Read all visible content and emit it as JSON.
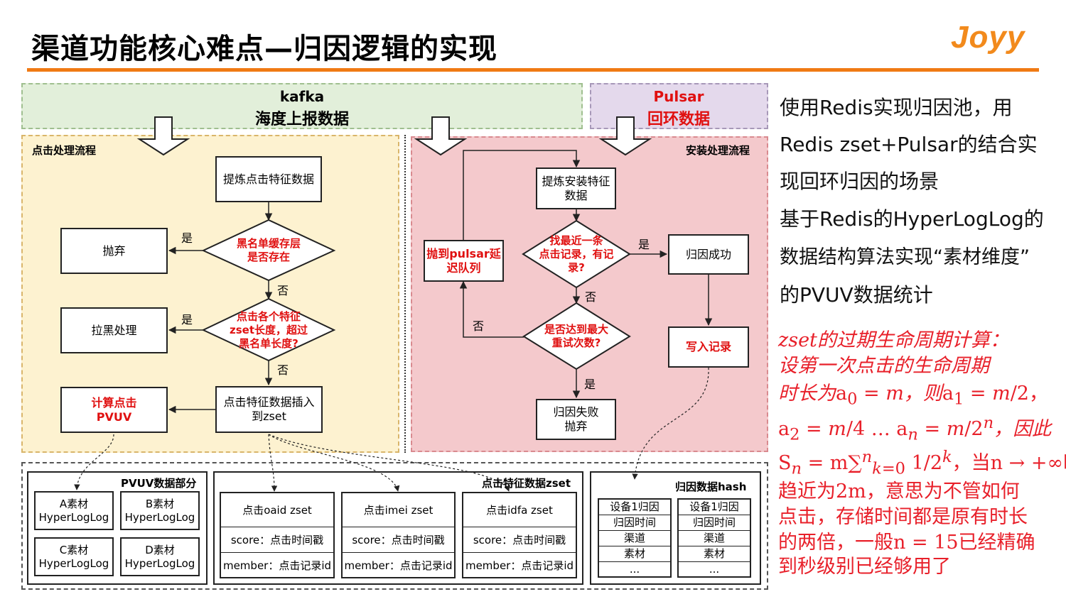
{
  "header": {
    "title": "渠道功能核心难点—归因逻辑的实现",
    "logo": "Joyy"
  },
  "top": {
    "kafka_line1": "kafka",
    "kafka_line2": "海度上报数据",
    "pulsar_line1": "Pulsar",
    "pulsar_line2": "回环数据"
  },
  "click_flow": {
    "section_label": "点击处理流程",
    "extract": "提炼点击特征数据",
    "discard": "抛弃",
    "decision1": "黑名单缓存层\n是否存在",
    "blacklist": "拉黑处理",
    "decision2": "点击各个特征\nzset长度，超过\n黑名单长度?",
    "calc_pvuv": "计算点击\nPVUV",
    "insert_zset": "点击特征数据插入\n到zset",
    "yes": "是",
    "no": "否"
  },
  "install_flow": {
    "section_label": "安装处理流程",
    "extract": "提炼安装特征\n数据",
    "decision1": "找最近一条\n点击记录，有记\n录?",
    "success": "归因成功",
    "pulsar_delay": "抛到pulsar延\n迟队列",
    "decision2": "是否达到最大\n重试次数?",
    "write": "写入记录",
    "fail": "归因失败\n抛弃",
    "yes": "是",
    "no": "否"
  },
  "pvuv": {
    "label": "PVUV数据部分",
    "items": [
      "A素材\nHyperLogLog",
      "B素材\nHyperLogLog",
      "C素材\nHyperLogLog",
      "D素材\nHyperLogLog"
    ]
  },
  "zset": {
    "label": "点击特征数据zset",
    "tables": [
      {
        "title": "点击oaid zset",
        "score": "score：点击时间戳",
        "member": "member：点击记录id"
      },
      {
        "title": "点击imei zset",
        "score": "score：点击时间戳",
        "member": "member：点击记录id"
      },
      {
        "title": "点击idfa zset",
        "score": "score：点击时间戳",
        "member": "member：点击记录id"
      }
    ]
  },
  "hash": {
    "label": "归因数据hash",
    "rows": [
      "设备1归因",
      "归因时间",
      "渠道",
      "素材",
      "..."
    ]
  },
  "right_text": {
    "lines": [
      "使用Redis实现归因池，用",
      "Redis zset+Pulsar的结合实",
      "现回环归因的场景",
      "基于Redis的HyperLogLog的",
      "数据结构算法实现“素材维度”",
      "的PVUV数据统计"
    ],
    "formula": {
      "l1": "zset的过期生命周期计算：",
      "l2": "设第一次点击的生命周期",
      "l3a": "时长为",
      "l3b": "，则",
      "l4": "，因此",
      "l5": "，当n → +∞时",
      "l6": "趋近为2m，意思为不管如何",
      "l7": "点击，存储时间都是原有时长",
      "l8": "的两倍，一般n = 15已经精确",
      "l9": "到秒级别已经够用了"
    }
  },
  "colors": {
    "accent": "#f07a14",
    "kafka_bg": "#e2efda",
    "pulsar_bg": "#e4d9ec",
    "click_bg": "#fdf2d0",
    "install_bg": "#f4c9cc",
    "red_text": "#e01010"
  }
}
